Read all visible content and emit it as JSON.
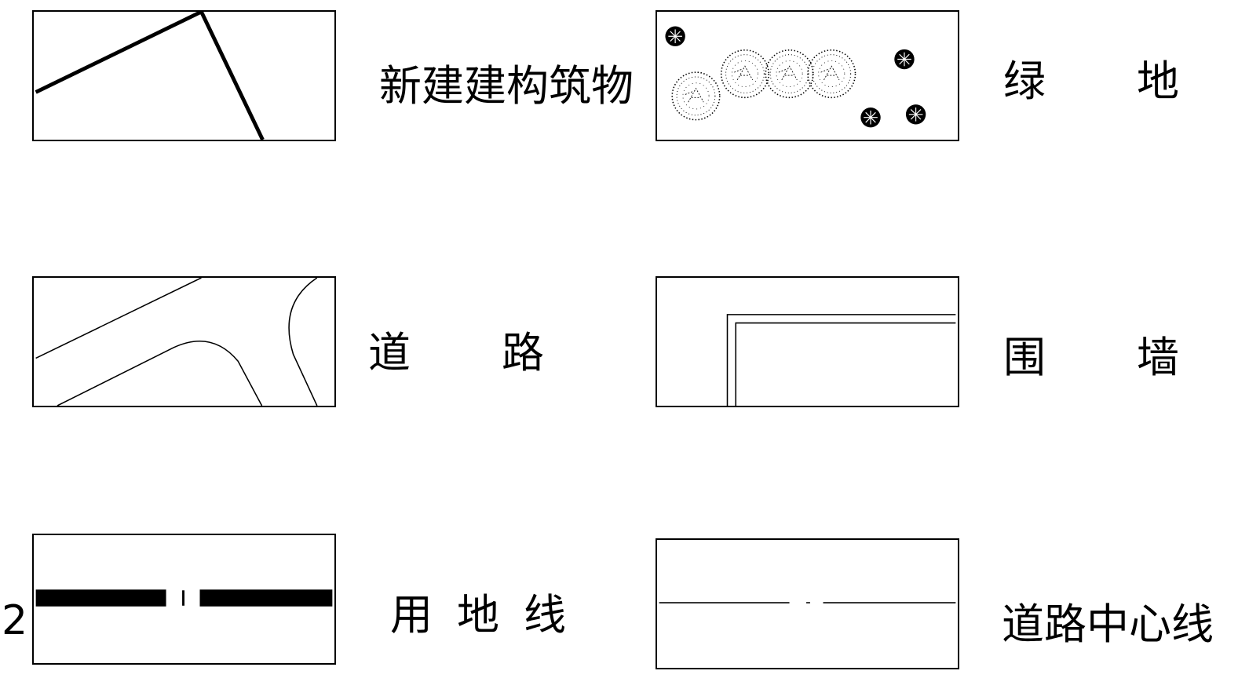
{
  "legend": {
    "left": [
      {
        "id": "new-building",
        "label": "新建建构筑物",
        "chars": [
          "新建建构筑物"
        ]
      },
      {
        "id": "road",
        "label": "道路",
        "chars": [
          "道",
          "路"
        ]
      },
      {
        "id": "land-line",
        "label": "用地线",
        "chars": [
          "用",
          "地",
          "线"
        ]
      }
    ],
    "right": [
      {
        "id": "green",
        "label": "绿地",
        "chars": [
          "绿",
          "地"
        ]
      },
      {
        "id": "wall",
        "label": "围墙",
        "chars": [
          "围",
          "墙"
        ]
      },
      {
        "id": "road-centerline",
        "label": "道路中心线",
        "chars": [
          "道路中心线"
        ]
      }
    ]
  },
  "edge_mark": "2",
  "colors": {
    "line": "#000000",
    "background": "#ffffff"
  }
}
